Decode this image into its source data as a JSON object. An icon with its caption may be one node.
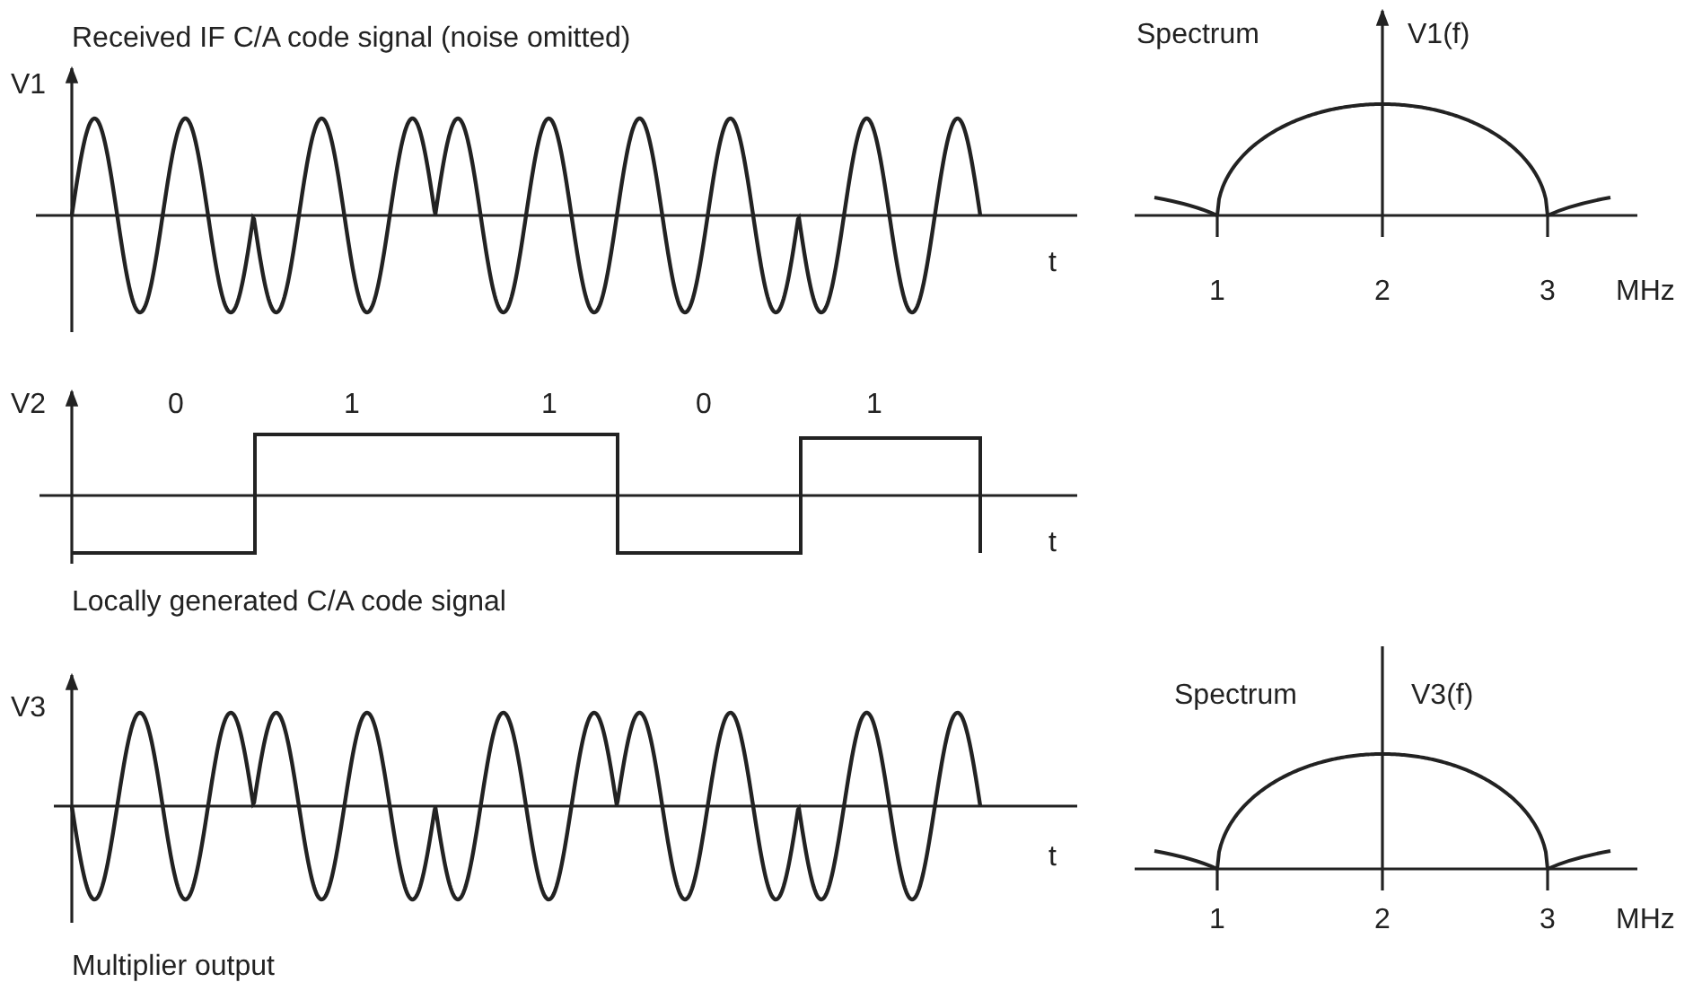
{
  "diagram": {
    "labels": [
      "Received IF C/A code signal (noise omitted)",
      "Spectrum",
      "V1(f)",
      "V1",
      "t",
      "1",
      "2",
      "3",
      "MHz",
      "V2",
      "0",
      "1",
      "1",
      "0",
      "1",
      "t",
      "Locally generated C/A code signal",
      "V3",
      "Spectrum",
      "V3(f)",
      "t",
      "1",
      "2",
      "3",
      "MHz",
      "Multiplier output"
    ]
  }
}
